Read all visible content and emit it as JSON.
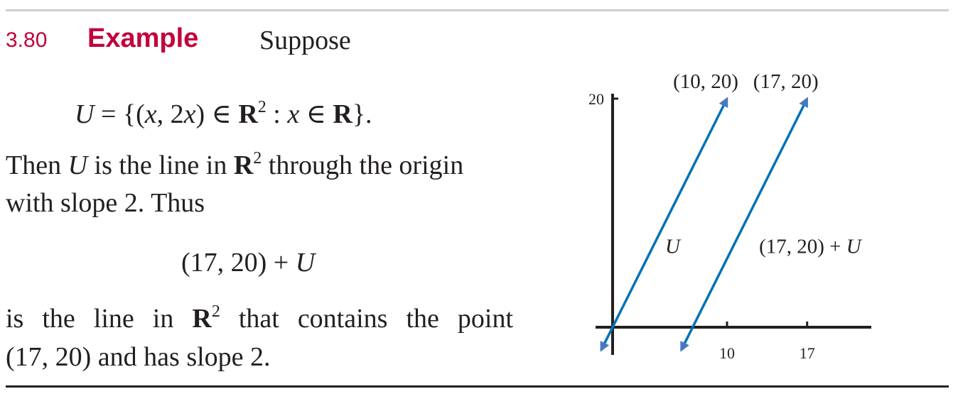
{
  "example": {
    "number": "3.80",
    "label": "Example",
    "intro": "Suppose"
  },
  "set_definition": {
    "lhs": "U",
    "eq": " = {(",
    "x1": "x",
    "comma": ", 2",
    "x2": "x",
    "mid": ") ∈ ",
    "R1": "R",
    "sup": "2",
    "colon": " : ",
    "x3": "x",
    "in": " ∈ ",
    "R2": "R",
    "end": "}."
  },
  "paragraph1": {
    "line1": {
      "a": "Then ",
      "U": "U",
      "b": " is the line in ",
      "R": "R",
      "sup": "2",
      "c": " through the origin"
    },
    "line2": "with slope 2. Thus"
  },
  "display": {
    "a": "(17, 20) + ",
    "U": "U"
  },
  "paragraph2": {
    "line1": {
      "a": "is the line in ",
      "R": "R",
      "sup": "2",
      "c": " that contains the point"
    },
    "line2": "(17, 20) and has slope 2."
  },
  "figure": {
    "line_color": "#0072b8",
    "arrow_color": "#4a78c0",
    "x_ticks": [
      {
        "value": 10,
        "label": "10"
      },
      {
        "value": 17,
        "label": "17"
      }
    ],
    "y_ticks": [
      {
        "value": 20,
        "label": "20"
      }
    ],
    "lines": [
      {
        "from": [
          -1,
          -2
        ],
        "to": [
          10,
          20
        ],
        "label": "U",
        "label_at": [
          4.6,
          7
        ]
      },
      {
        "from": [
          6,
          -2
        ],
        "to": [
          17,
          20
        ],
        "label": "(17, 20) + U",
        "label_at": [
          12.8,
          7
        ]
      }
    ],
    "point_labels": [
      {
        "at": [
          10,
          20
        ],
        "text": "(10, 20)"
      },
      {
        "at": [
          17,
          20
        ],
        "text": "(17, 20)"
      }
    ]
  }
}
